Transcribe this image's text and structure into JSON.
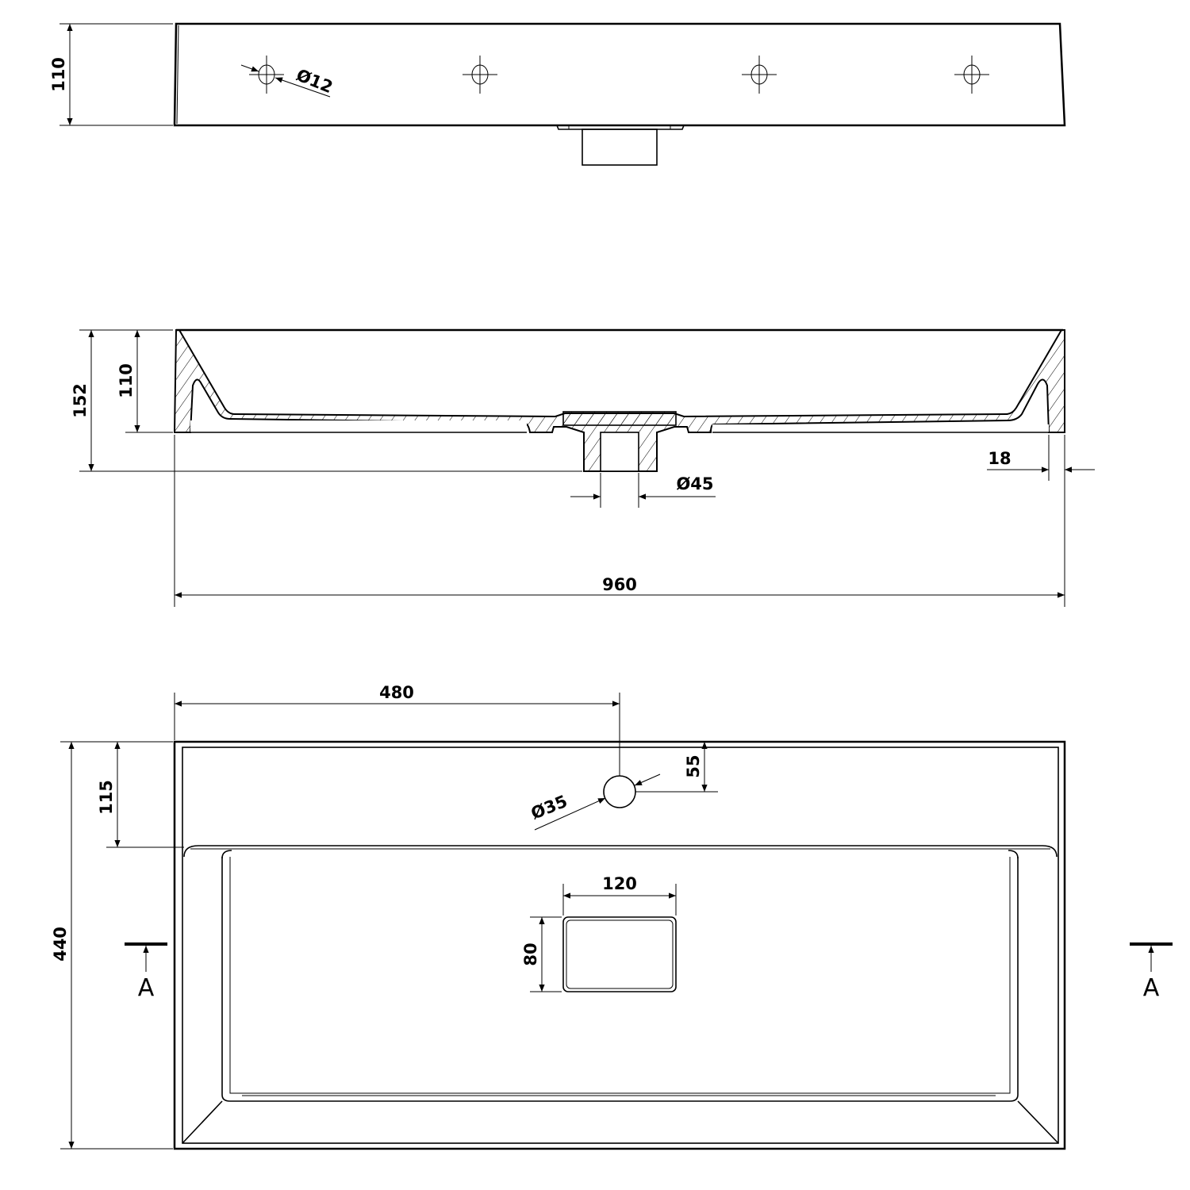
{
  "drawing": {
    "top_view": {
      "height_dim": "110",
      "hole_dim": "Ø12"
    },
    "section_view": {
      "overall_height_dim": "152",
      "basin_height_dim": "110",
      "wall_thickness_dim": "18",
      "drain_dim": "Ø45",
      "width_dim": "960"
    },
    "plan_view": {
      "tap_hole_offset_dim": "480",
      "depth_dim": "440",
      "deck_depth_dim": "115",
      "tap_hole_from_edge_dim": "55",
      "tap_hole_dim": "Ø35",
      "overflow_width_dim": "120",
      "overflow_height_dim": "80",
      "section_marker_left": "A",
      "section_marker_right": "A"
    }
  }
}
